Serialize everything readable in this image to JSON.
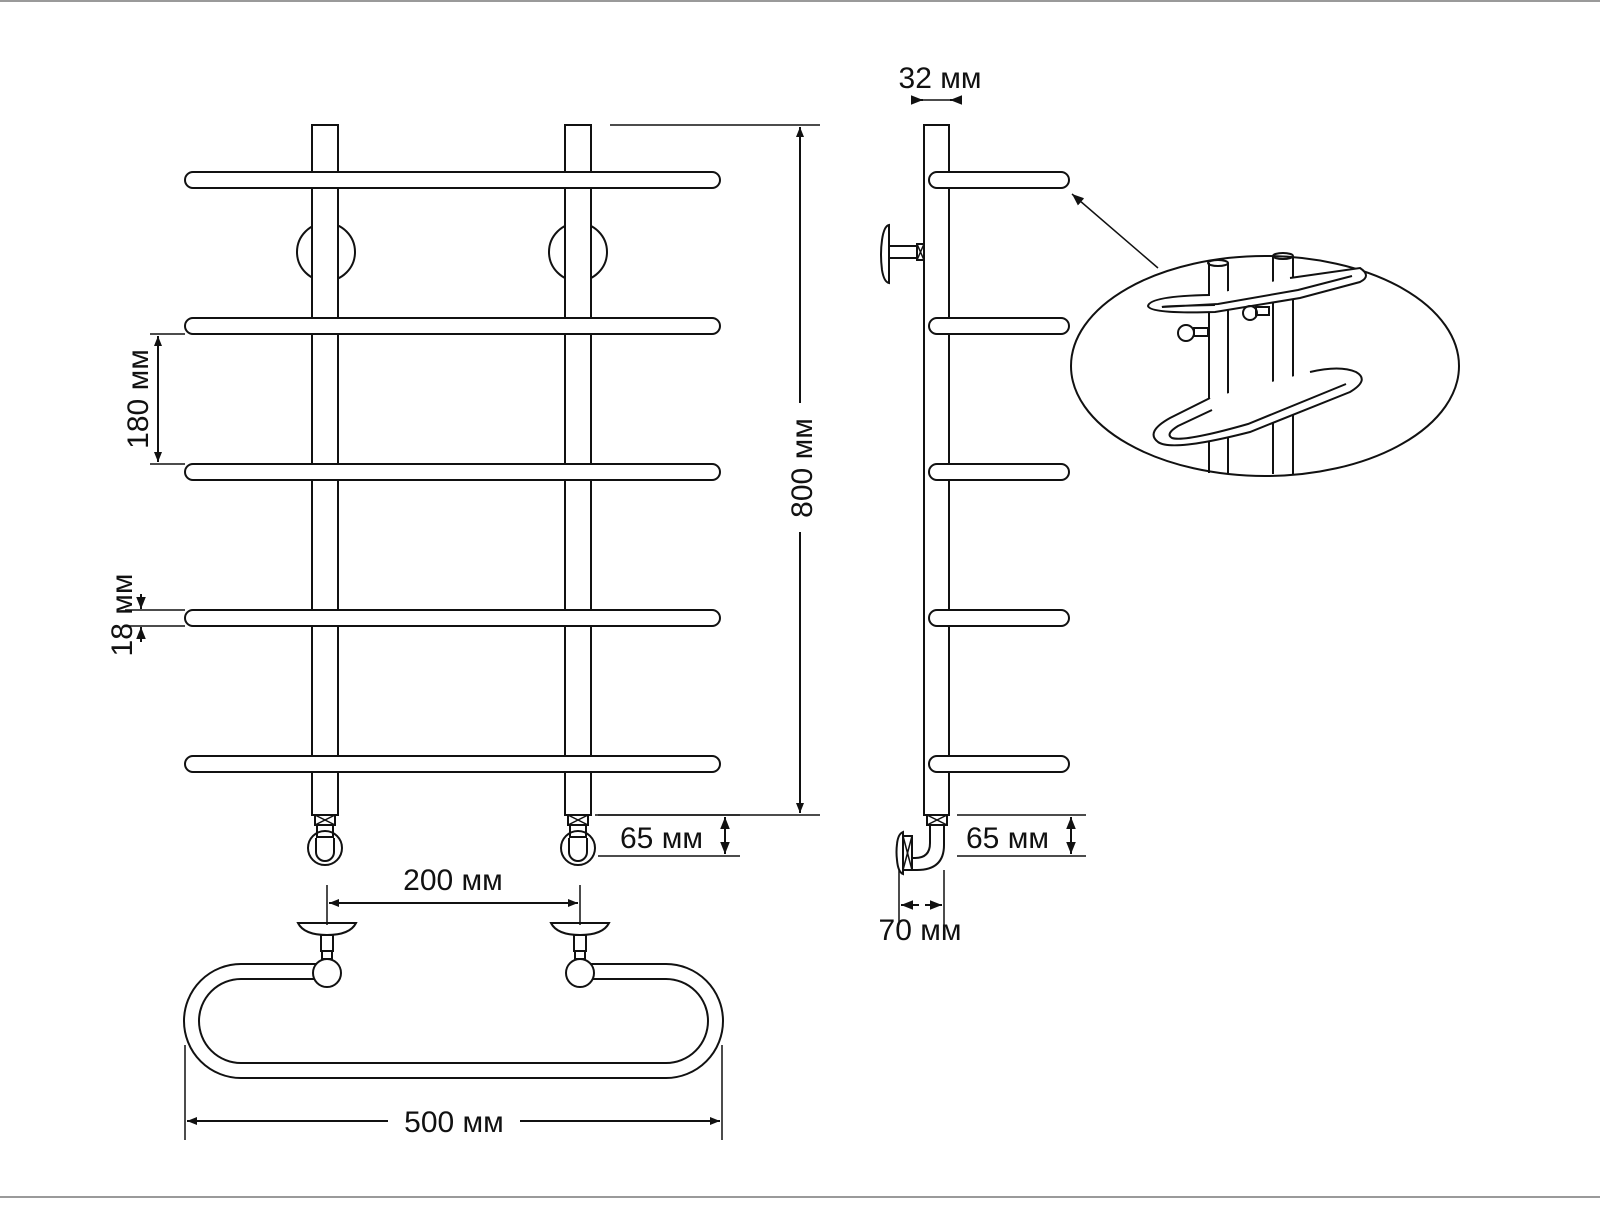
{
  "diagram": {
    "line_color": "#111111",
    "background": "#ffffff",
    "views": [
      "front-view",
      "side-view",
      "top-view",
      "detail-callout"
    ],
    "dimensions": {
      "wall_offset": "32 мм",
      "rung_spacing": "180 мм",
      "rung_diameter": "18 мм",
      "total_height": "800 мм",
      "connection_front": "65 мм",
      "connection_side": "65 мм",
      "center_distance": "200 мм",
      "side_depth": "70 мм",
      "total_width": "500 мм"
    }
  }
}
